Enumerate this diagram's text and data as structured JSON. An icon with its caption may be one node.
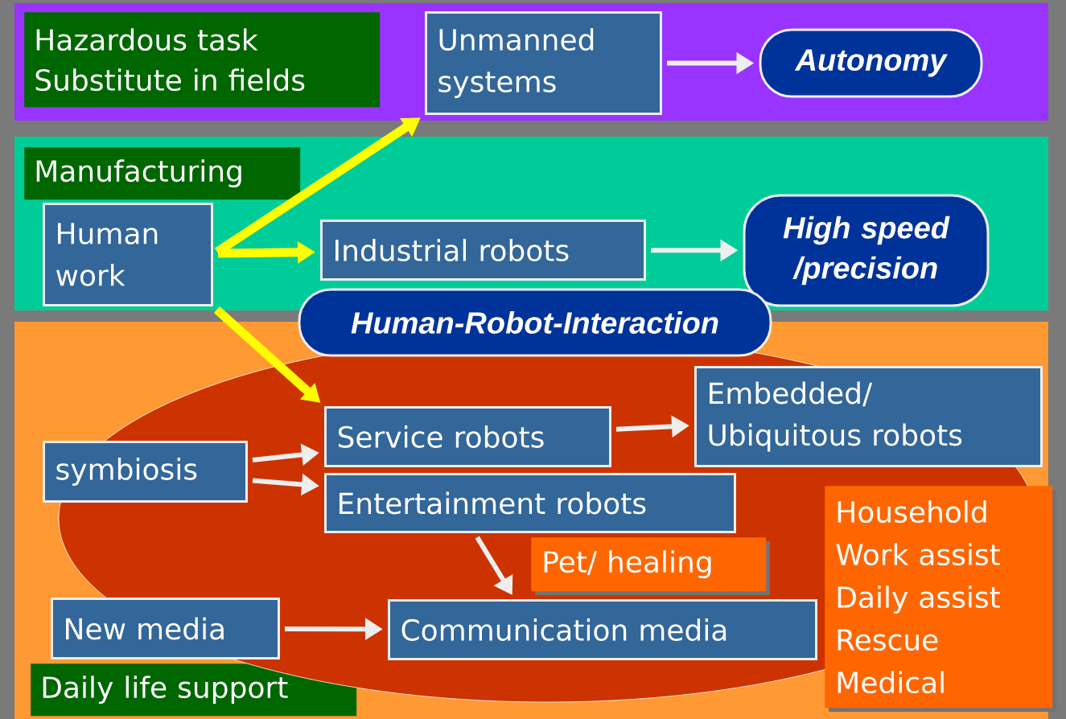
{
  "diagram": {
    "nodes": [
      {
        "text": [
          "Hazardous task Substitute in fields"
        ]
      },
      {
        "text": [
          "Unmanned systems"
        ],
        "in": 0
      },
      {
        "text": [
          "Autonomy"
        ],
        "in": 0
      },
      {
        "text": [
          "Manufacturing"
        ]
      },
      {
        "text": [
          "Human work"
        ],
        "in": 3
      },
      {
        "text": [
          "Industrial robots"
        ],
        "in": 3
      },
      {
        "text": [
          "High speed /precision"
        ],
        "in": 3
      },
      {
        "text": [
          "Human-Robot-Interaction"
        ]
      },
      {
        "text": [
          "Daily life support"
        ]
      },
      {
        "text": [
          "Embedded/ Ubiquitous robots"
        ],
        "in": 8
      },
      {
        "text": [
          "Service robots"
        ],
        "in": 8
      },
      {
        "text": [
          "symbiosis"
        ],
        "in": 8
      },
      {
        "text": [
          "Entertainment robots"
        ],
        "in": 8
      },
      {
        "text": [
          "Household",
          "Work assist",
          "Daily assist",
          "Rescue",
          "Medical"
        ],
        "in": 8
      },
      {
        "text": [
          "Pet/ healing"
        ],
        "in": 8
      },
      {
        "text": [
          "New media"
        ],
        "in": 8
      },
      {
        "text": [
          "Communication media"
        ],
        "in": 8
      }
    ],
    "edges": [
      {
        "from": 4,
        "to": 1,
        "arrow": "to",
        "style": "thick",
        "color": "#ffff00"
      },
      {
        "from": 4,
        "to": 5,
        "arrow": "to",
        "style": "thick",
        "color": "#ffff00"
      },
      {
        "from": 4,
        "to": 10,
        "arrow": "to",
        "style": "thick",
        "color": "#ffff00"
      },
      {
        "from": 1,
        "to": 2,
        "arrow": "to"
      },
      {
        "from": 5,
        "to": 6,
        "arrow": "to"
      },
      {
        "from": 11,
        "to": 10,
        "arrow": "to"
      },
      {
        "from": 11,
        "to": 12,
        "arrow": "to"
      },
      {
        "from": 10,
        "to": 9,
        "arrow": "to"
      },
      {
        "from": 12,
        "to": 16,
        "arrow": "to"
      },
      {
        "from": 15,
        "to": 16,
        "arrow": "to"
      }
    ]
  }
}
